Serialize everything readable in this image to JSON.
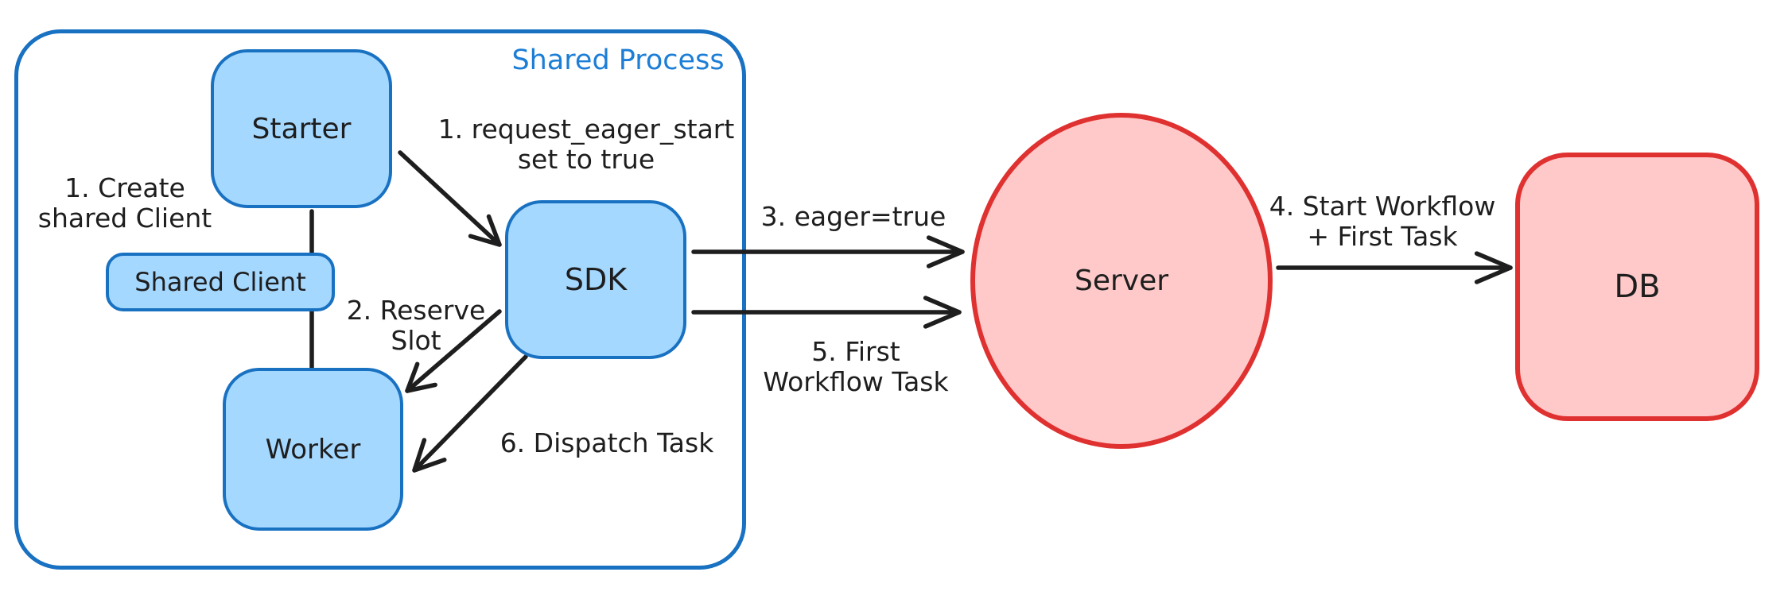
{
  "diagram": {
    "container": {
      "label": "Shared Process"
    },
    "nodes": {
      "starter": "Starter",
      "shared_client": "Shared Client",
      "worker": "Worker",
      "sdk": "SDK",
      "server": "Server",
      "db": "DB"
    },
    "annotations": {
      "create_shared_client": "1. Create\nshared Client",
      "request_eager_start": "1. request_eager_start\nset to true",
      "reserve_slot": "2. Reserve\nSlot",
      "eager_true": "3. eager=true",
      "start_workflow": "4. Start Workflow\n+ First Task",
      "first_workflow_task": "5. First\nWorkflow Task",
      "dispatch_task": "6. Dispatch Task"
    },
    "edges": [
      {
        "from": "starter",
        "to": "worker",
        "label": "1. Create shared Client",
        "style": "line"
      },
      {
        "from": "starter",
        "to": "sdk",
        "label": "1. request_eager_start set to true",
        "style": "arrow"
      },
      {
        "from": "sdk",
        "to": "worker",
        "label": "2. Reserve Slot",
        "style": "arrow"
      },
      {
        "from": "sdk",
        "to": "server",
        "label": "3. eager=true",
        "style": "arrow"
      },
      {
        "from": "server",
        "to": "db",
        "label": "4. Start Workflow + First Task",
        "style": "arrow"
      },
      {
        "from": "sdk",
        "to": "server",
        "label": "5. First Workflow Task",
        "style": "arrow"
      },
      {
        "from": "sdk",
        "to": "worker",
        "label": "6. Dispatch Task",
        "style": "arrow"
      }
    ],
    "colors": {
      "background": "#ffffff",
      "blue_stroke": "#1971c2",
      "blue_fill": "#a5d8ff",
      "blue_label": "#1c7ed6",
      "red_stroke": "#e03131",
      "red_fill": "#ffc9c9",
      "ink": "#1e1e1e"
    }
  }
}
